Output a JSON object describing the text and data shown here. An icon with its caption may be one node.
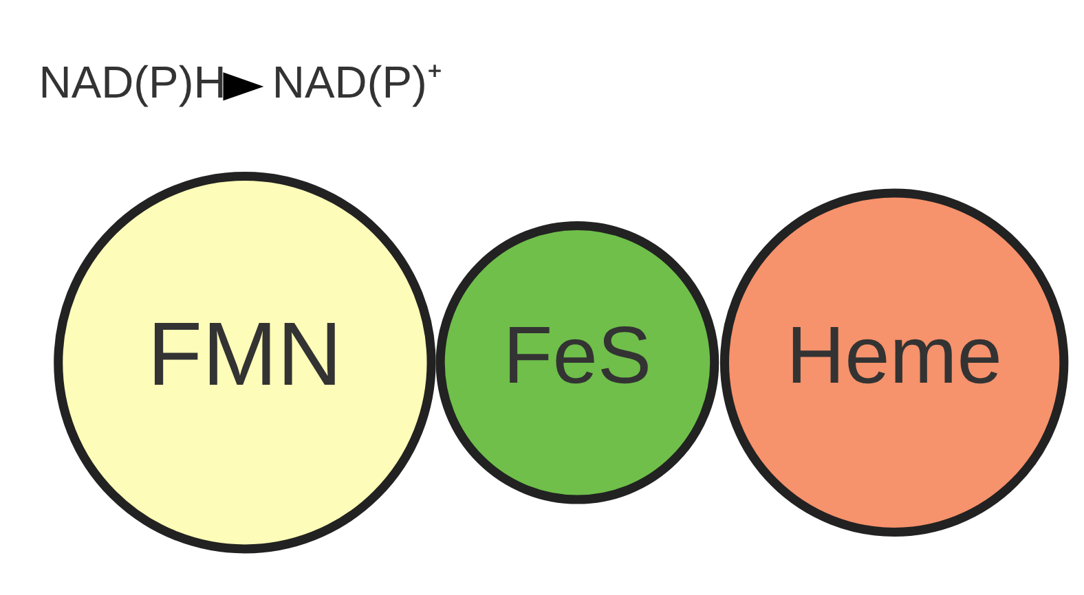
{
  "diagram": {
    "nodes": [
      {
        "text": [
          "NAD(P)H"
        ]
      },
      {
        "text": [
          "NAD(P)⁺"
        ]
      },
      {
        "text": [
          "FMN"
        ]
      },
      {
        "text": [
          "FeS"
        ]
      },
      {
        "text": [
          "Heme"
        ]
      }
    ],
    "edges": [
      {
        "from": 0,
        "to": 1,
        "arrow": "to"
      }
    ]
  }
}
